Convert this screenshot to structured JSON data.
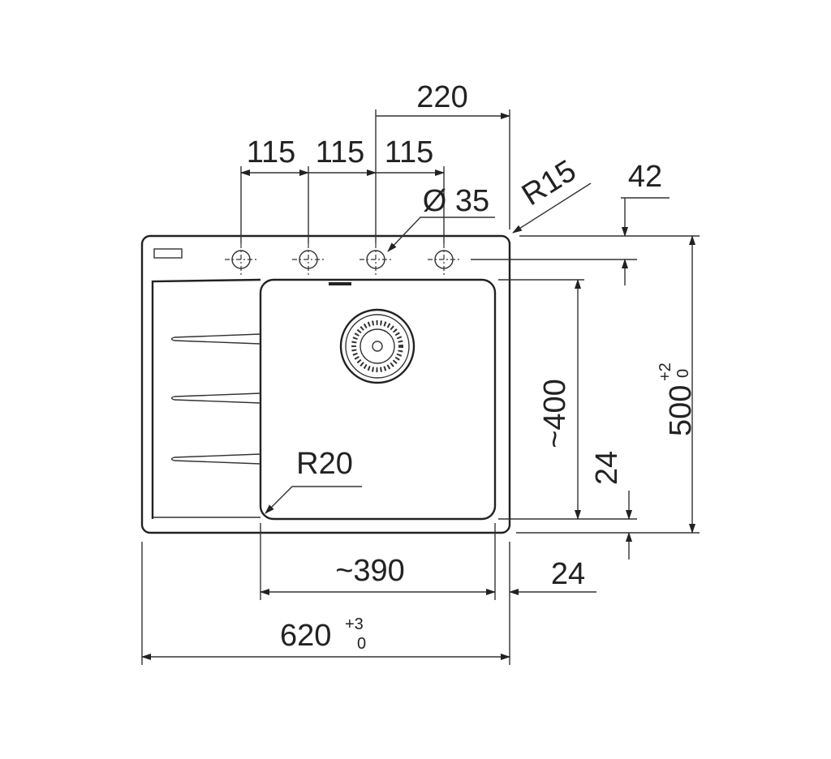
{
  "dimensions": {
    "top_width": "220",
    "hole_spacing": [
      "115",
      "115",
      "115"
    ],
    "hole_diameter": "Ø 35",
    "corner_radius": "R15",
    "hole_offset": "42",
    "bowl_depth": "~400",
    "bottom_margin": "24",
    "overall_depth": "500",
    "overall_depth_tol_upper": "+2",
    "overall_depth_tol_lower": "0",
    "bowl_radius": "R20",
    "bowl_width": "~390",
    "side_margin": "24",
    "overall_width": "620",
    "overall_width_tol_upper": "+3",
    "overall_width_tol_lower": "0"
  }
}
